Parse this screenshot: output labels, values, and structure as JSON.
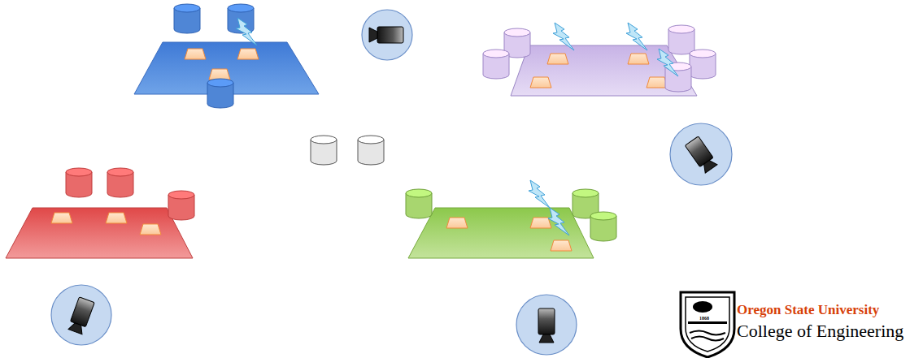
{
  "diagram": {
    "labels": [
      "Oregon State University",
      "College of Engineering",
      "1868"
    ]
  }
}
